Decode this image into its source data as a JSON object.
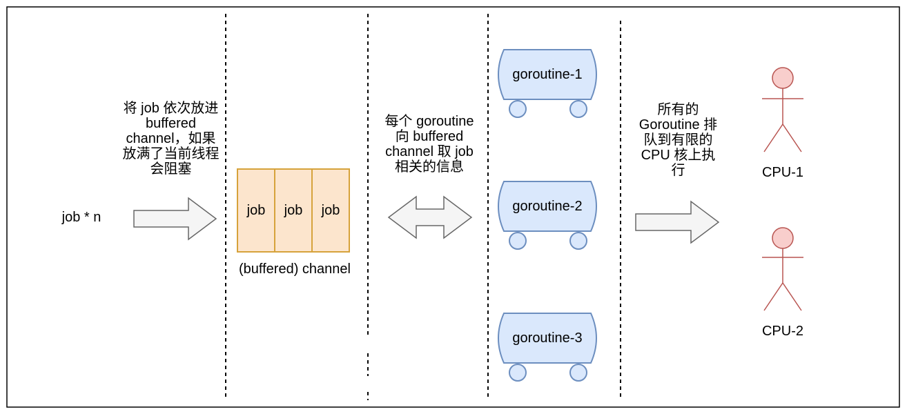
{
  "steps": {
    "step1_text": "将 job 依次放进\nbuffered\nchannel，如果\n放满了当前线程\n会阻塞",
    "step2_text": "每个 goroutine\n向 buffered\nchannel 取 job\n相关的信息",
    "step3_text": "所有的\nGoroutine 排\n队到有限的\nCPU 核上执\n行"
  },
  "input_label": "job * n",
  "channel": {
    "cells": [
      "job",
      "job",
      "job"
    ],
    "caption": "(buffered) channel",
    "fill_color": "#fce5cd",
    "stroke_color": "#d6a23a"
  },
  "goroutines": [
    "goroutine-1",
    "goroutine-2",
    "goroutine-3"
  ],
  "goroutine_colors": {
    "fill": "#dae8fc",
    "stroke": "#6c8ebf"
  },
  "cpus": [
    "CPU-1",
    "CPU-2"
  ],
  "cpu_colors": {
    "fill": "#f8cecc",
    "stroke": "#b85450"
  }
}
